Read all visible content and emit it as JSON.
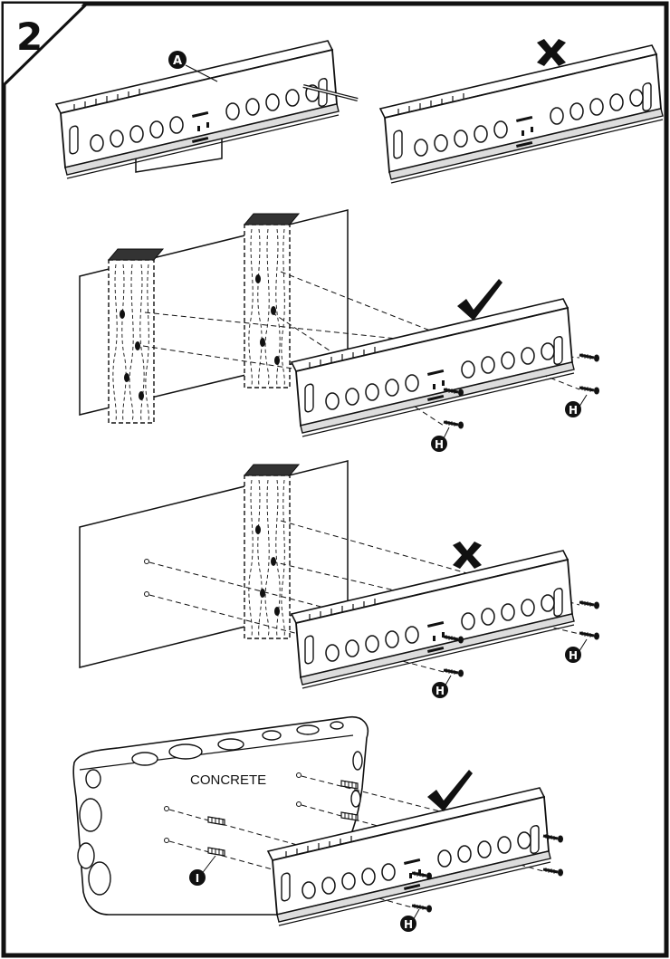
{
  "step": {
    "number": "2"
  },
  "callouts": {
    "a": "A",
    "h": "H",
    "i": "I"
  },
  "labels": {
    "concrete": "CONCRETE"
  },
  "marks": {
    "correct": "check-mark",
    "incorrect": "cross-mark"
  },
  "colors": {
    "ink": "#111111",
    "paper": "#ffffff",
    "wall": "#f2f2f2",
    "metal": "#ffffff"
  }
}
